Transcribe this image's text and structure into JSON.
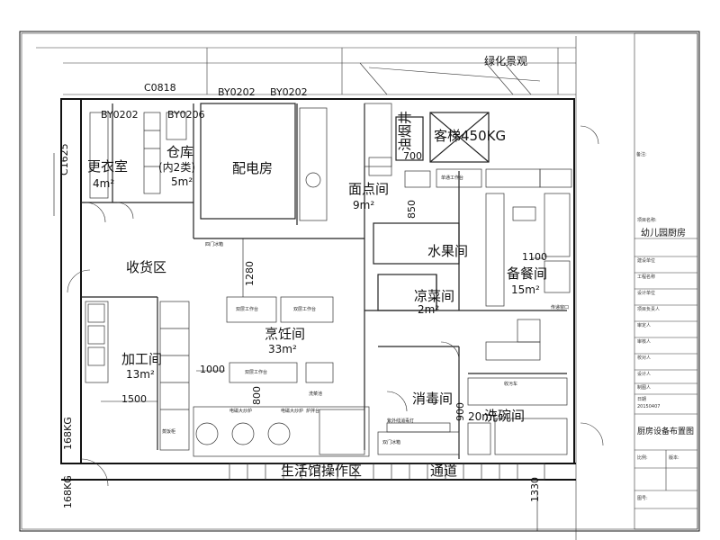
{
  "drawing": {
    "project_name": "幼儿园厨房",
    "project_label": "项目名称:",
    "drawing_title": "厨房设备布置图",
    "date": "20150407",
    "outdoor_label": "绿化景观",
    "notes_heading": "备注:"
  },
  "rooms": {
    "changing": "更衣室",
    "changing_area": "4m²",
    "storage": "仓库",
    "storage_sub": "(内2类)",
    "storage_area": "5m²",
    "power": "配电房",
    "elevator": "客梯450KG",
    "pastry": "面点间",
    "pastry_area": "9m²",
    "receiving": "收货区",
    "fruit": "水果间",
    "dish_prep": "备餐间",
    "dish_prep_area": "15m²",
    "cold": "凉菜间",
    "cold_area": "2m²",
    "cooking": "烹饪间",
    "cooking_area": "33m²",
    "processing": "加工间",
    "processing_area": "13m²",
    "disinfect": "消毒间",
    "washing": "洗碗间",
    "washing_area": "20m²",
    "living": "生活馆操作区",
    "pathway": "通道",
    "shaft": "油烟井"
  },
  "dimensions": {
    "c0818": "C0818",
    "by0202_a": "BY0202",
    "by0202_b": "BY0202",
    "by0202_c": "BY0202",
    "by0202_d": "BY0206",
    "c1625": "C1625",
    "d1280": "1280",
    "d1000": "1000",
    "d1500": "1500",
    "d1100": "1100",
    "d850": "850",
    "d700": "700",
    "d900": "900",
    "d1330": "1330",
    "d800": "800",
    "d168_a": "168KG",
    "d168_b": "168KG"
  },
  "equipment": {
    "work_table_a": "双层工作台",
    "work_table_b": "双层工作台",
    "work_table_c": "双层工作台",
    "single_table": "单通工作台",
    "wash_basin": "洗菜池",
    "stove_a": "电磁大炒炉",
    "stove_b": "电磁大炒炉",
    "fryer": "炉拌台",
    "pass_window": "传递窗口",
    "cart": "收污车",
    "uv": "紫外线消毒灯",
    "fridge": "四门冰箱",
    "double_door": "双门冰箱",
    "steam": "蒸饭柜"
  },
  "title_block": {
    "rows": [
      "建设单位",
      "工程名称",
      "设计单位",
      "项目负责人",
      "审定人",
      "审核人",
      "校对人",
      "设计人",
      "制图人"
    ],
    "date_label": "日期",
    "scale_label": "比例:",
    "sheet_label": "图号:",
    "version_label": "版本:"
  }
}
